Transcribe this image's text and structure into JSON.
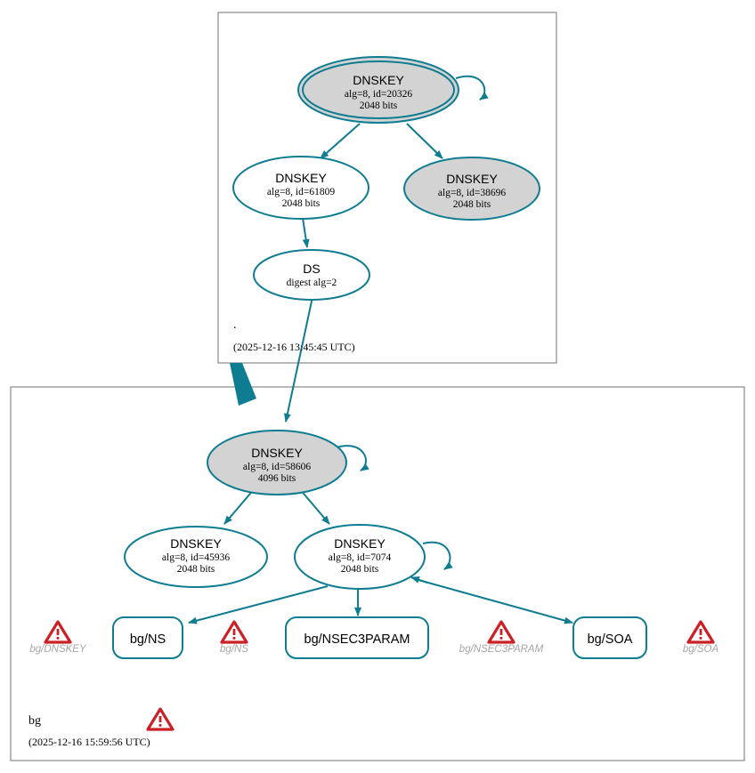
{
  "diagram": {
    "type": "dnssec-authentication-chain",
    "accent_color": "#0e7c91",
    "zone_border_color": "#888888",
    "secure_key_fill": "#d3d3d3",
    "plain_key_fill": "#ffffff",
    "warning_color": "#cc2027",
    "error_label_color": "#a6a6a6"
  },
  "zones": [
    {
      "id": "root",
      "name": ".",
      "timestamp": "(2025-12-16 13:45:45 UTC)"
    },
    {
      "id": "bg",
      "name": "bg",
      "timestamp": "(2025-12-16 15:59:56 UTC)"
    }
  ],
  "nodes": {
    "root_ksk": {
      "title": "DNSKEY",
      "line2": "alg=8, id=20326",
      "line3": "2048 bits",
      "shape": "doublecircle",
      "fill": "#d3d3d3",
      "self_signed": true
    },
    "root_zsk_61809": {
      "title": "DNSKEY",
      "line2": "alg=8, id=61809",
      "line3": "2048 bits",
      "shape": "ellipse",
      "fill": "#ffffff",
      "self_signed": false
    },
    "root_key_38696": {
      "title": "DNSKEY",
      "line2": "alg=8, id=38696",
      "line3": "2048 bits",
      "shape": "ellipse",
      "fill": "#d3d3d3",
      "self_signed": false
    },
    "root_ds": {
      "title": "DS",
      "line2": "digest alg=2",
      "line3": "",
      "shape": "ellipse",
      "fill": "#ffffff",
      "self_signed": false
    },
    "bg_ksk_58606": {
      "title": "DNSKEY",
      "line2": "alg=8, id=58606",
      "line3": "4096 bits",
      "shape": "ellipse",
      "fill": "#d3d3d3",
      "self_signed": true
    },
    "bg_zsk_45936": {
      "title": "DNSKEY",
      "line2": "alg=8, id=45936",
      "line3": "2048 bits",
      "shape": "ellipse",
      "fill": "#ffffff",
      "self_signed": false
    },
    "bg_zsk_7074": {
      "title": "DNSKEY",
      "line2": "alg=8, id=7074",
      "line3": "2048 bits",
      "shape": "ellipse",
      "fill": "#ffffff",
      "self_signed": true
    }
  },
  "rrsets": [
    {
      "id": "bg_ns",
      "label": "bg/NS"
    },
    {
      "id": "bg_nsec3param",
      "label": "bg/NSEC3PARAM"
    },
    {
      "id": "bg_soa",
      "label": "bg/SOA"
    }
  ],
  "errors": [
    {
      "id": "err_bg_dnskey",
      "label": "bg/DNSKEY",
      "icon": "warning-triangle-icon"
    },
    {
      "id": "err_bg_ns",
      "label": "bg/NS",
      "icon": "warning-triangle-icon"
    },
    {
      "id": "err_bg_nsec3param",
      "label": "bg/NSEC3PARAM",
      "icon": "warning-triangle-icon"
    },
    {
      "id": "err_bg_soa",
      "label": "bg/SOA",
      "icon": "warning-triangle-icon"
    }
  ],
  "zone_status_icon": {
    "id": "bg_zone_warning",
    "icon": "warning-triangle-icon"
  }
}
